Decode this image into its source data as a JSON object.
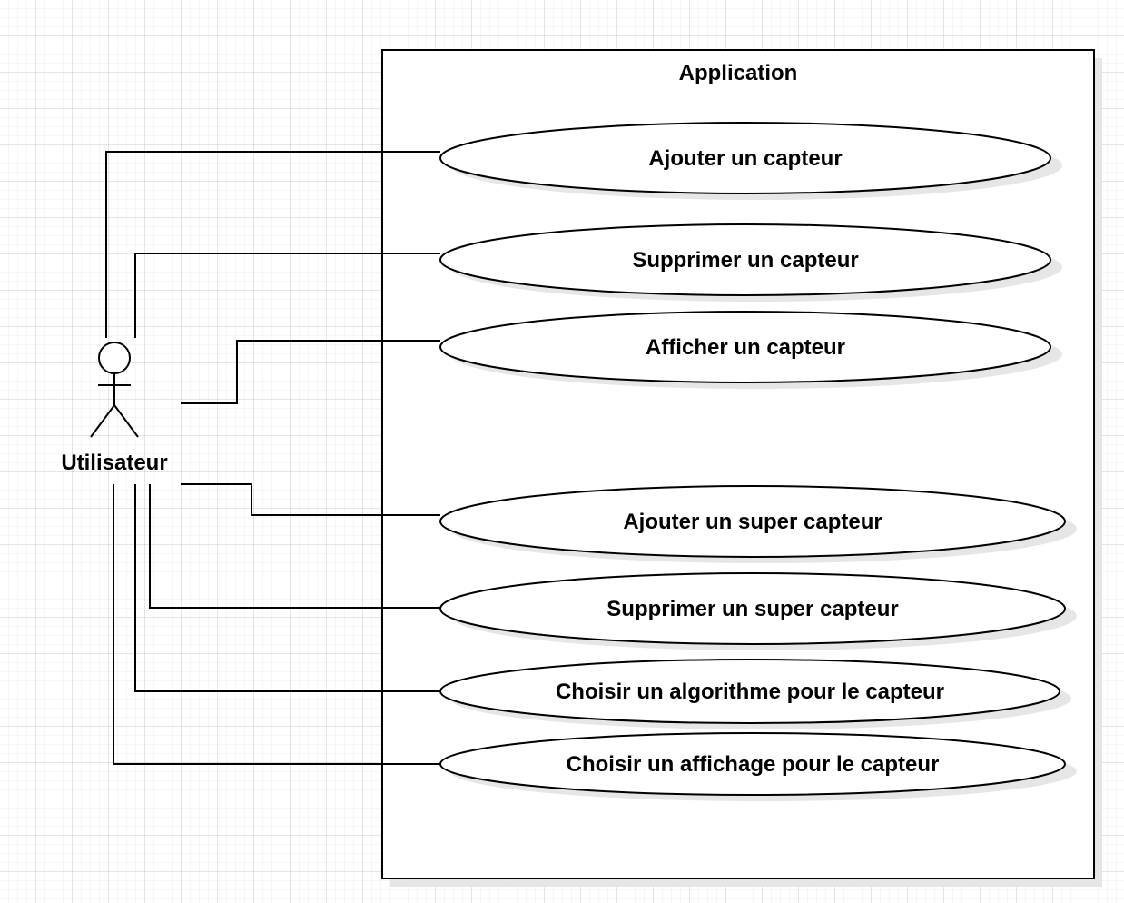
{
  "system": {
    "title": "Application"
  },
  "actor": {
    "name": "Utilisateur"
  },
  "use_cases": [
    {
      "label": "Ajouter un capteur"
    },
    {
      "label": "Supprimer un capteur"
    },
    {
      "label": "Afficher un capteur"
    },
    {
      "label": "Ajouter un super capteur"
    },
    {
      "label": "Supprimer un super capteur"
    },
    {
      "label": "Choisir un algorithme pour le capteur"
    },
    {
      "label": "Choisir un affichage pour le capteur"
    }
  ],
  "colors": {
    "stroke": "#000000",
    "fill": "#ffffff",
    "shadow": "#e6e6e6"
  }
}
